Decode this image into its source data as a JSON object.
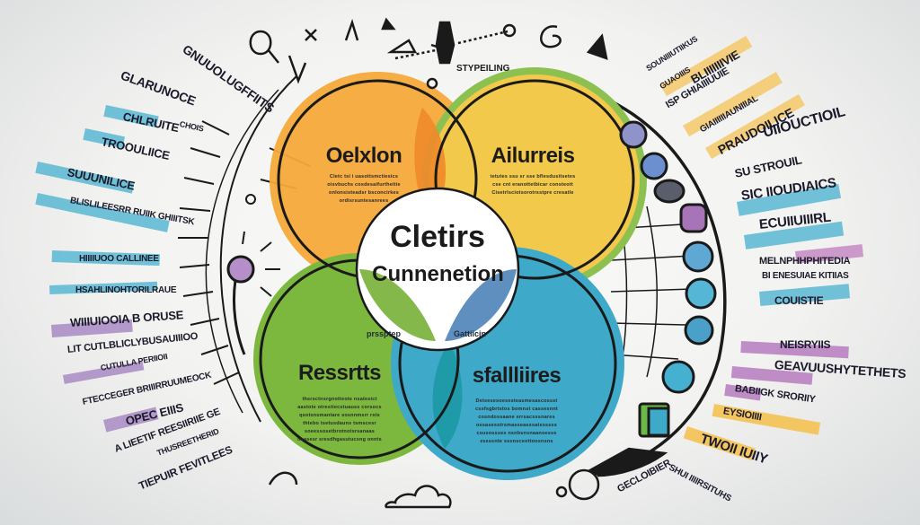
{
  "diagram": {
    "center": {
      "title_line1": "Cletirs",
      "title_line2": "Cunnenetion"
    },
    "circles": [
      {
        "id": "top-left",
        "label": "Oelxlon",
        "color": "#f4a93a",
        "body": "Cletc tsi i uasottsmctiesics\noisvbuchs cosdesaifurtheitie\nonlonsisteadsr bsconcirkes\nordisrsuntesanrees"
      },
      {
        "id": "top-right",
        "label": "Ailurreis",
        "color": "#f2c94a",
        "ring": "#8cc152",
        "body": "tetutes ssu sr sse bflesdusitsetes\ncse cnt eranottetbicar consteott\nCisetrlsciotsorotrsstpre cresatle"
      },
      {
        "id": "bottom-left",
        "label": "Ressrtts",
        "color": "#7cb83e",
        "body": "thsrsctnsrgnotteote nsatesict\naastote otrestiecstuauss corsocs\nqsotsnsmantare sosnnmsrr rsts\nthtebo tsetusdauns tsmscesr\nsoeessosetbrotnotsrsanaas\nnaasesr sresdhgasutucsng onnts"
      },
      {
        "id": "bottom-right",
        "label": "sfallliires",
        "color": "#3fa9c9",
        "body": "Detsesesoesesteasmesascossst\ncssfsgbrtstos bomnst cassesnnt\ncosndossaane errsacsssnares\nossasesstrsmasseasssatssssss\ncsusossses nsnbsnsnaanoesss\nzssssnte sssnsceottoosnsns"
      }
    ],
    "overlap_labels": [
      {
        "id": "overlap-left",
        "label": "prssptep",
        "color": "#84b84a"
      },
      {
        "id": "overlap-right",
        "label": "Gattiicin",
        "color": "#5f8fbf"
      }
    ],
    "top_caption": "STYPEILING",
    "left_labels": [
      {
        "text": "GNUUOLUGFFIITS",
        "highlight": null
      },
      {
        "text": "GLARUNOCE",
        "highlight": null
      },
      {
        "text": "CHLRUITE",
        "highlight": "#5ab8d4"
      },
      {
        "text": "CHOIS",
        "highlight": null
      },
      {
        "text": "TROOULIICE",
        "highlight": "#5ab8d4"
      },
      {
        "text": "SUUUNILICE",
        "highlight": "#5ab8d4"
      },
      {
        "text": "BLISLILEESRR RUIIK GHIIITSK",
        "highlight": "#5ab8d4"
      },
      {
        "text": "HIIIIUOO CALLINEE",
        "highlight": "#5ab8d4"
      },
      {
        "text": "HSAHLINOHTORILRAUE",
        "highlight": "#5ab8d4"
      },
      {
        "text": "WIIIUIOOIA B ORUSE",
        "highlight": "#a98bc4"
      },
      {
        "text": "LIT CUTLBLICLYBUSAUIIIOO",
        "highlight": null
      },
      {
        "text": "CUTULLA PERIIOII",
        "highlight": "#a98bc4"
      },
      {
        "text": "FTECCEGER BRIIIRRUUMEOCK",
        "highlight": null
      },
      {
        "text": "OPEC EIIIS",
        "highlight": "#a98bc4"
      },
      {
        "text": "A LIEETIF REESIIRIIE GE",
        "highlight": null
      },
      {
        "text": "THUSREETHERID",
        "highlight": null
      },
      {
        "text": "TIEPUIR FEVITLEES",
        "highlight": null
      }
    ],
    "right_labels": [
      {
        "text": "SOUNIIIUTIIKUS",
        "highlight": null
      },
      {
        "text": "GUAOIIIS",
        "highlight": null
      },
      {
        "text": "BLIIIIIIIVIE",
        "highlight": "#f5c96a"
      },
      {
        "text": "ISP GHIAIIIUUIE",
        "highlight": "#f5c96a"
      },
      {
        "text": "GIAIIIIIIAUNIIIAL",
        "highlight": "#f5c96a"
      },
      {
        "text": "PRAUDOILICE",
        "highlight": "#f5c96a"
      },
      {
        "text": "UIIOUCTIOIL",
        "highlight": null
      },
      {
        "text": "SU STROUIL",
        "highlight": null
      },
      {
        "text": "SIC IIOUDIAICS",
        "highlight": "#5ab8d4"
      },
      {
        "text": "ECUIIUIIIRL",
        "highlight": "#5ab8d4"
      },
      {
        "text": "MELNPHHPHITEDIA",
        "highlight": "#c58bc4"
      },
      {
        "text": "BI ENESUIAE KITIIAS",
        "highlight": null
      },
      {
        "text": "COUISTIE",
        "highlight": "#5ab8d4"
      },
      {
        "text": "NEISRYIIS",
        "highlight": "#b77cc0"
      },
      {
        "text": "GEAVUUSHYTETHETS",
        "highlight": "#b77cc0"
      },
      {
        "text": "BABIIGK SRORIIY",
        "highlight": "#b77cc0"
      },
      {
        "text": "EYSIOIIII",
        "highlight": "#f5c04a"
      },
      {
        "text": "TWOII IUIIY",
        "highlight": "#f5c04a"
      },
      {
        "text": "GECLOIBIER",
        "highlight": null
      },
      {
        "text": "SHUI IIIIRSITUHS",
        "highlight": null
      }
    ],
    "icons": [
      "rocket-icon",
      "pen-icon",
      "magnifier-icon",
      "bug-icon",
      "mountain-icon",
      "lab-flask-icon",
      "lightbulb-icon",
      "triangle-icon",
      "spiral-icon",
      "kite-icon",
      "bell-icon",
      "cloud-icon",
      "globe-grid-icon"
    ],
    "badge_icons": [
      {
        "name": "gear-badge-icon",
        "color": "#8f93c9"
      },
      {
        "name": "circle-badge-icon",
        "color": "#6b8fcf"
      },
      {
        "name": "pot-badge-icon",
        "color": "#5a5d6a"
      },
      {
        "name": "tablet-badge-icon",
        "color": "#a774b8"
      },
      {
        "name": "number-badge-icon",
        "color": "#5fa8d3"
      },
      {
        "name": "person-badge-icon",
        "color": "#56b6d6"
      },
      {
        "name": "plain-badge-icon",
        "color": "#4aa0c8"
      },
      {
        "name": "chart-badge-icon",
        "color": "#45b0cf"
      },
      {
        "name": "document-badge-icon",
        "color": "#6bb84a"
      }
    ]
  }
}
